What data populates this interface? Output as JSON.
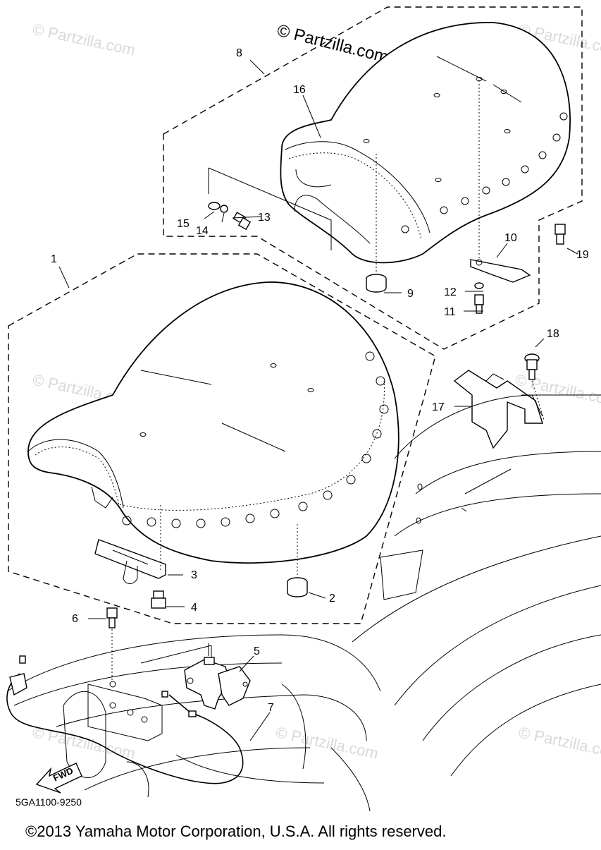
{
  "watermarks": {
    "main": "© Partzilla.com",
    "faded": "© Partzilla.com"
  },
  "callouts": {
    "c1": "1",
    "c2": "2",
    "c3": "3",
    "c4": "4",
    "c5": "5",
    "c6": "6",
    "c7": "7",
    "c8": "8",
    "c9": "9",
    "c10": "10",
    "c11": "11",
    "c12": "12",
    "c13": "13",
    "c14": "14",
    "c15": "15",
    "c16": "16",
    "c17": "17",
    "c18": "18",
    "c19": "19"
  },
  "direction_label": "FWD",
  "diagram_code": "5GA1100-9250",
  "copyright": "©2013 Yamaha Motor Corporation, U.S.A. All rights reserved."
}
